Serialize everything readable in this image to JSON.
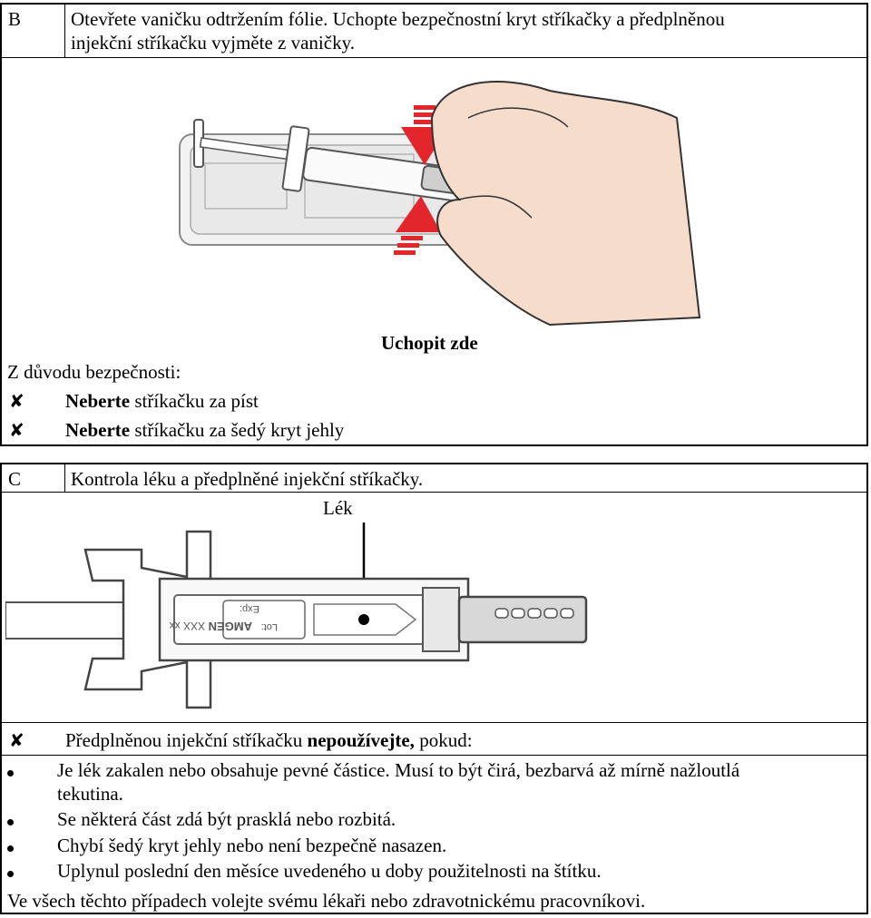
{
  "section_b": {
    "letter": "B",
    "instruction_line1": "Otevřete vaničku odtržením fólie. Uchopte bezpečnostní kryt stříkačky a předplněnou",
    "instruction_line2": "injekční stříkačku vyjměte z vaničky.",
    "grip_label": "Uchopit zde",
    "safety_heading": "Z důvodu bezpečnosti:",
    "warnings": [
      {
        "bold": "Neberte",
        "rest": " stříkačku za píst"
      },
      {
        "bold": "Neberte",
        "rest": " stříkačku za šedý kryt jehly"
      }
    ]
  },
  "section_c": {
    "letter": "C",
    "instruction": "Kontrola léku a předplněné injekční stříkačky.",
    "medicine_label": "Lék",
    "syringe_label_brand": "AMGEN",
    "syringe_label_code": "XXX xx",
    "syringe_label_lot": "Lot:",
    "syringe_label_exp": "Exp:",
    "warning_pre": "Předplněnou injekční stříkačku ",
    "warning_bold": "nepoužívejte,",
    "warning_post": " pokud:",
    "bullets": [
      "Je lék zakalen nebo obsahuje pevné částice. Musí to být čirá, bezbarvá až mírně nažloutlá",
      "tekutina.",
      "Se některá část zdá být prasklá nebo rozbitá.",
      "Chybí šedý kryt jehly nebo není bezpečně nasazen.",
      "Uplynul poslední den měsíce uvedeného u doby použitelnosti na štítku."
    ],
    "footer": "Ve všech těchto případech volejte svému lékaři nebo zdravotnickému pracovníkovi."
  },
  "icons": {
    "cross": "✘",
    "bullet": "bullet-dot"
  },
  "colors": {
    "arrow": "#e3262c",
    "skin": "#f6dccb"
  }
}
